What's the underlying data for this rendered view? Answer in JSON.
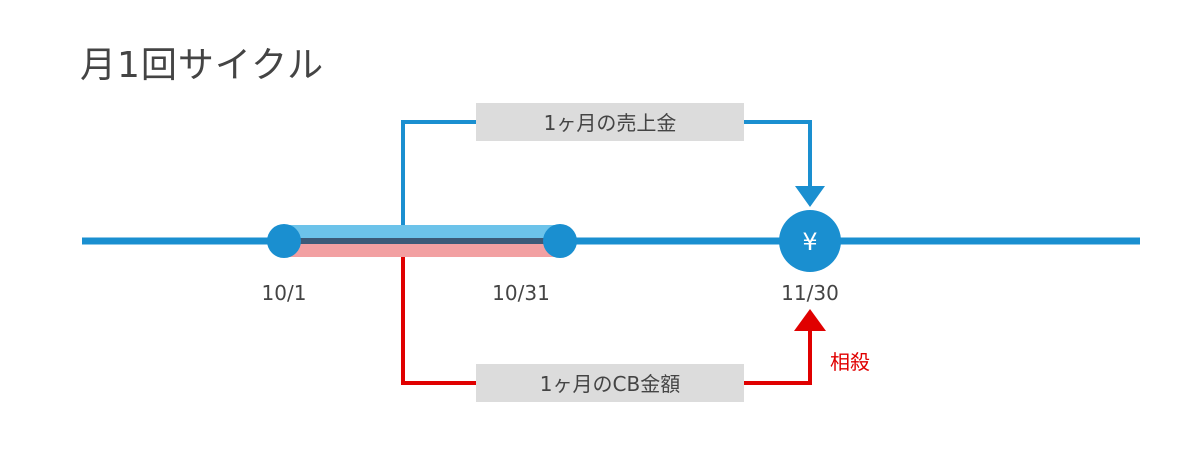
{
  "title": "月1回サイクル",
  "timeline": {
    "dates": [
      "10/1",
      "10/31",
      "11/30"
    ],
    "payment_symbol": "¥"
  },
  "flows": {
    "sales_label": "1ヶ月の売上金",
    "cb_label": "1ヶ月のCB金額",
    "offset_label": "相殺"
  },
  "colors": {
    "blue": "#1A8FD0",
    "light_blue": "#6CC3EA",
    "red": "#E00000",
    "pink": "#F2A0A2",
    "label_bg": "#DCDCDC",
    "text": "#444444"
  }
}
